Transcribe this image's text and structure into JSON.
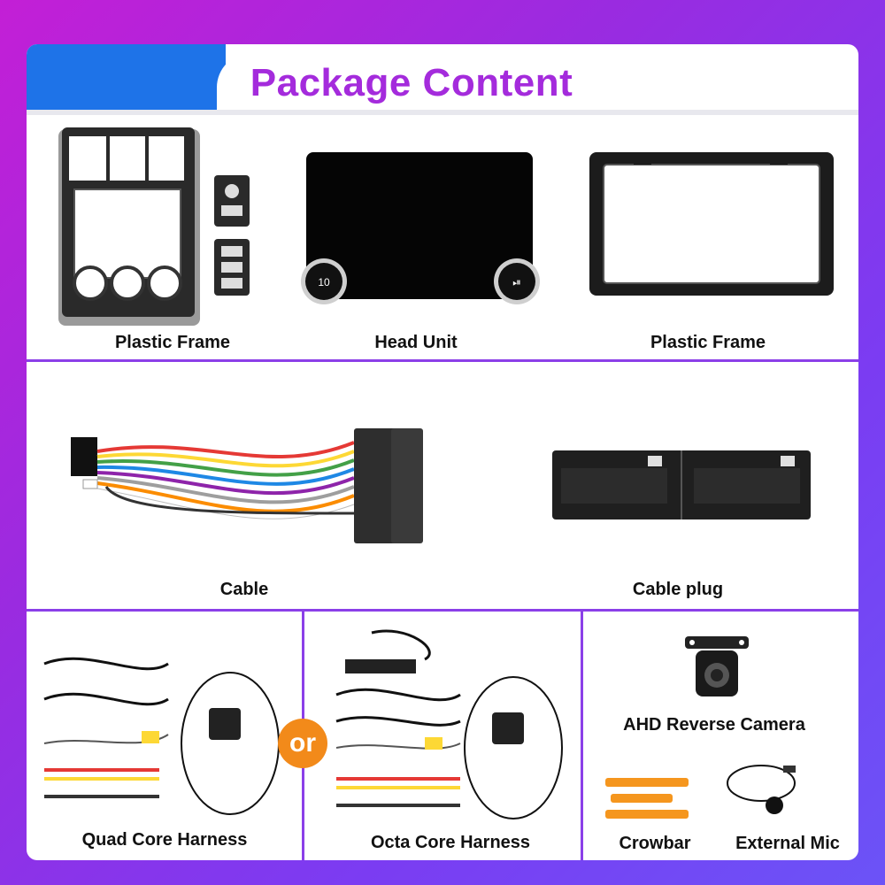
{
  "header": {
    "title": "Package Content"
  },
  "items": {
    "plastic_frame_left": "Plastic Frame",
    "head_unit": "Head Unit",
    "plastic_frame_right": "Plastic Frame",
    "cable": "Cable",
    "cable_plug": "Cable plug",
    "quad_core_harness": "Quad Core Harness",
    "octa_core_harness": "Octa Core Harness",
    "ahd_reverse_camera": "AHD Reverse Camera",
    "crowbar": "Crowbar",
    "external_mic": "External Mic"
  },
  "head_unit_knobs": {
    "left": "10",
    "right": "⏯"
  },
  "or_label": "or",
  "colors": {
    "title": "#a42bdc",
    "divider": "#8b3fe8",
    "header_blue": "#1e73e8",
    "or_badge": "#f28a1a",
    "crowbar": "#f5961e"
  }
}
